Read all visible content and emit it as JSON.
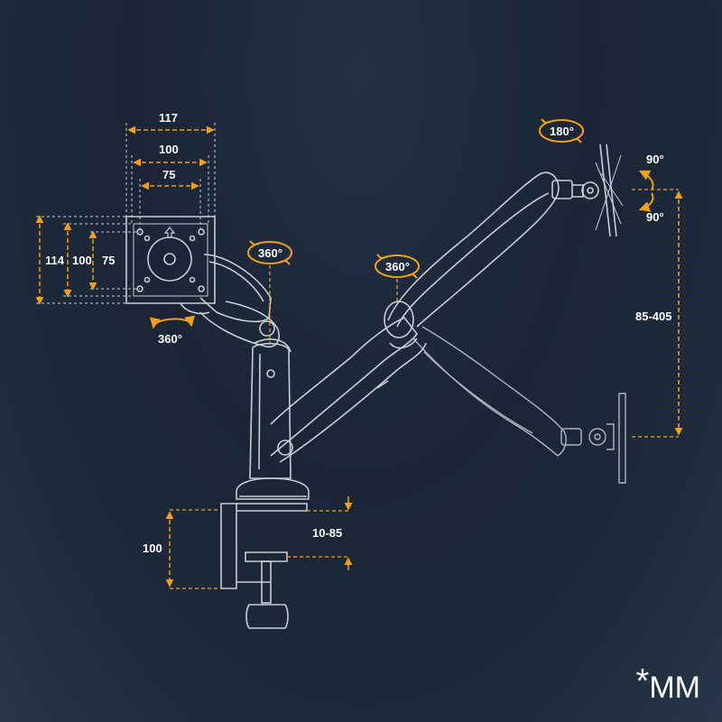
{
  "colors": {
    "accent": "#f0a01e",
    "line": "#c9ced6",
    "background": "#1e2a3b",
    "text": "#ffffff"
  },
  "vesa": {
    "width_outer": "117",
    "width_mid": "100",
    "width_inner": "75",
    "height_outer": "114",
    "height_mid": "100",
    "height_inner": "75",
    "swivel": "360°"
  },
  "arm": {
    "rotation_left": "360°",
    "rotation_right": "360°",
    "head_rotation": "180°",
    "tilt_up": "90°",
    "tilt_down": "90°",
    "height_range": "85-405"
  },
  "clamp": {
    "height": "100",
    "desk_thickness": "10-85"
  },
  "unit_label": {
    "star": "*",
    "unit": "MM"
  }
}
